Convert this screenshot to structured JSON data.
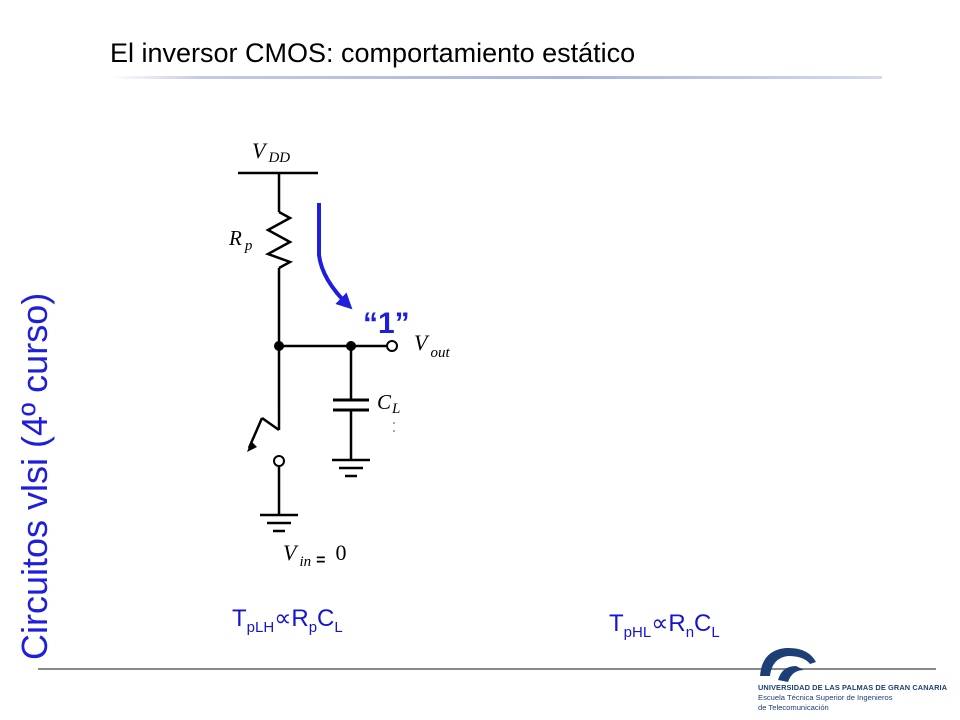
{
  "slide": {
    "title": "El inversor CMOS: comportamiento estático",
    "side_label": "Circuitos vlsi (4º curso)"
  },
  "circuit": {
    "vdd": {
      "main": "V",
      "sub": "DD"
    },
    "rp": {
      "main": "R",
      "sub": "p"
    },
    "output_value": "“1”",
    "vout": {
      "main": "V",
      "sub": "out"
    },
    "cl": {
      "main": "C",
      "sub": "L"
    },
    "vin": {
      "main": "V",
      "sub": "in",
      "eq": "=",
      "value": "0"
    }
  },
  "formulas": {
    "tplh": {
      "t": "T",
      "t_sub": "pLH",
      "prop": "∝",
      "r": "R",
      "r_sub": "p",
      "c": "C",
      "c_sub": "L"
    },
    "tphl": {
      "t": "T",
      "t_sub": "pHL",
      "prop": "∝",
      "r": "R",
      "r_sub": "n",
      "c": "C",
      "c_sub": "L"
    }
  },
  "logo": {
    "line1": "UNIVERSIDAD DE LAS PALMAS DE GRAN CANARIA",
    "line2": "Escuela Técnica Superior de Ingenieros",
    "line3": "de Telecomunicación"
  },
  "colors": {
    "accent_blue": "#1e1edc",
    "formula_blue": "#1414d2",
    "logo_blue": "#1d3f78"
  }
}
